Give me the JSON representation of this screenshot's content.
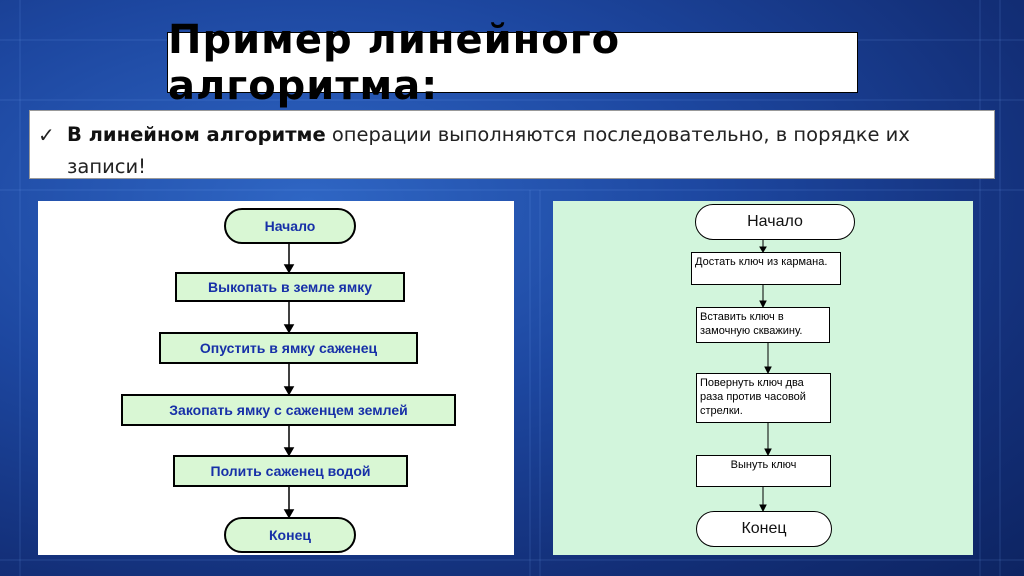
{
  "title": "Пример линейного алгоритма:",
  "bullet": {
    "bold": "В линейном алгоритме",
    "rest": " операции выполняются последовательно, в порядке их записи!"
  },
  "left_flow": {
    "start": "Начало",
    "steps": [
      "Выкопать в земле ямку",
      "Опустить в ямку саженец",
      "Закопать ямку с саженцем землей",
      "Полить саженец водой"
    ],
    "end": "Конец"
  },
  "right_flow": {
    "start": "Начало",
    "steps": [
      "Достать ключ из кармана.",
      "Вставить ключ в замочную скважину.",
      "Повернуть ключ два раза против часовой стрелки.",
      "Вынуть ключ"
    ],
    "end": "Конец"
  },
  "colors": {
    "left_shape_fill": "#d9f7d4",
    "left_text": "#1730a8",
    "right_panel_bg": "#d2f5dc"
  }
}
